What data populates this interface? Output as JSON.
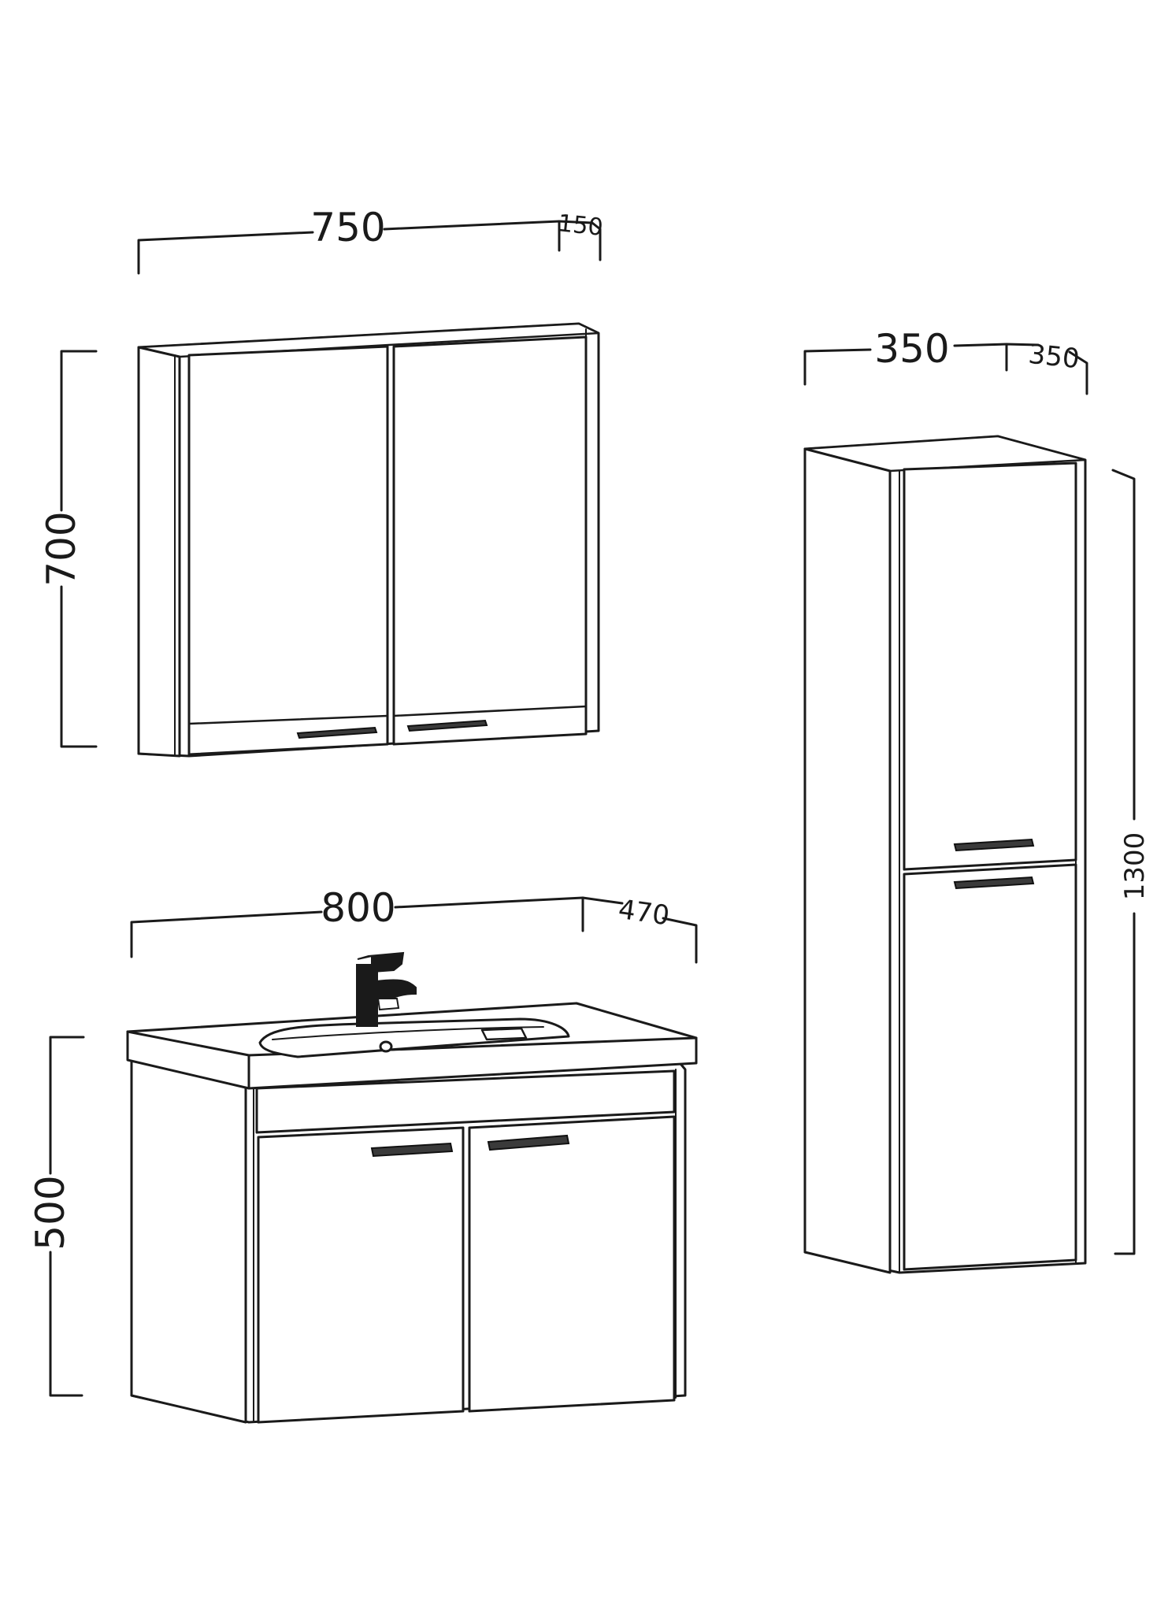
{
  "diagram": {
    "line_color": "#1a1a1a",
    "background": "#ffffff",
    "mirror_cabinet": {
      "width_label": "750",
      "depth_label": "150",
      "height_label": "700"
    },
    "tall_cabinet": {
      "width_label": "350",
      "depth_label": "350",
      "height_label": "1300"
    },
    "vanity_unit": {
      "width_label": "800",
      "depth_label": "470",
      "height_label": "500"
    }
  }
}
